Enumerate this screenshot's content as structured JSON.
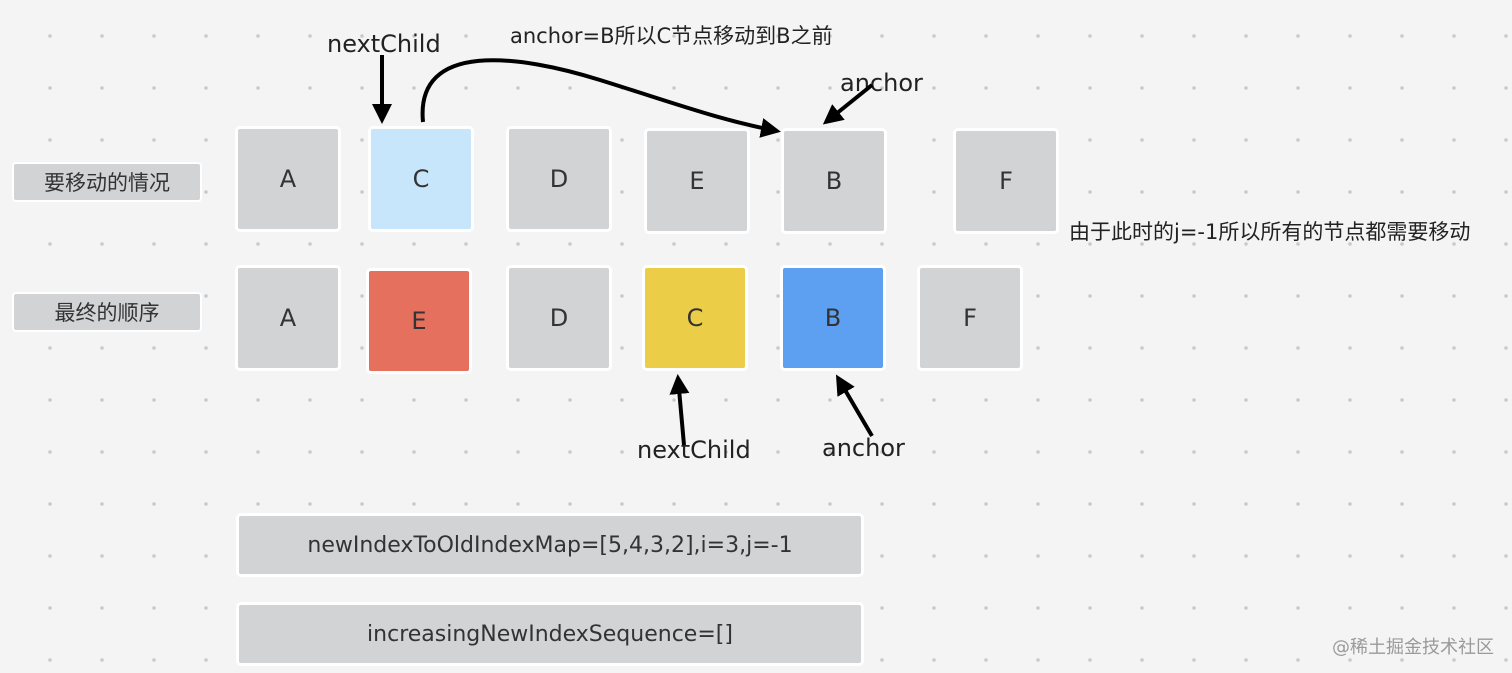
{
  "rows": {
    "move_label": "要移动的情况",
    "final_label": "最终的顺序"
  },
  "move_nodes": [
    "A",
    "C",
    "D",
    "E",
    "B",
    "F"
  ],
  "final_nodes": [
    "A",
    "E",
    "D",
    "C",
    "B",
    "F"
  ],
  "labels": {
    "top_next_child": "nextChild",
    "top_anchor": "anchor",
    "move_note": "anchor=B所以C节点移动到B之前",
    "all_move_note": "由于此时的j=-1所以所有的节点都需要移动",
    "bottom_next_child": "nextChild",
    "bottom_anchor": "anchor"
  },
  "info": {
    "map": "newIndexToOldIndexMap=[5,4,3,2],i=3,j=-1",
    "sequence": "increasingNewIndexSequence=[]"
  },
  "watermark": "@稀土掘金技术社区",
  "colors": {
    "node_default": "#d2d3d4",
    "node_c_moving": "#c8e6fb",
    "node_e_final": "#e5705e",
    "node_c_final": "#ebcd48",
    "node_b_final": "#5d9ff0"
  }
}
